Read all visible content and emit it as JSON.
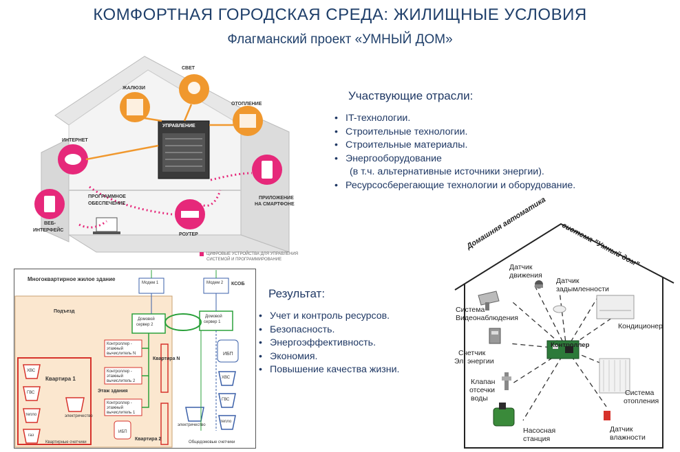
{
  "header": {
    "title": "КОМФОРТНАЯ ГОРОДСКАЯ СРЕДА: ЖИЛИЩНЫЕ УСЛОВИЯ",
    "subtitle": "Флагманский проект «УМНЫЙ ДОМ»"
  },
  "industries": {
    "heading": "Участвующие отрасли:",
    "items": [
      "IT-технологии.",
      "Строительные технологии.",
      "Строительные материалы.",
      "Энергооборудование"
    ],
    "sub_note": "(в т.ч. альтернативные источники энергии).",
    "last_item": "Ресурсосберегающие технологии и оборудование."
  },
  "results": {
    "heading": "Результат:",
    "items": [
      "Учет и контроль ресурсов.",
      "Безопасность.",
      "Энергоэффективность.",
      "Экономия.",
      "Повышение качества жизни."
    ]
  },
  "house": {
    "labels": {
      "svet": "СВЕТ",
      "zhaluzi": "ЖАЛЮЗИ",
      "otoplenie": "ОТОПЛЕНИЕ",
      "upravlenie": "УПРАВЛЕНИЕ",
      "internet": "ИНТЕРНЕТ",
      "prog1": "ПРОГРАММНОЕ",
      "prog2": "ОБЕСПЕЧЕНИЕ",
      "web1": "ВЕБ-",
      "web2": "ИНТЕРФЕЙС",
      "app1": "ПРИЛОЖЕНИЕ",
      "app2": "НА СМАРТФОНЕ",
      "router": "РОУТЕР",
      "legend1": "ЦИФРОВЫЕ УСТРОЙСТВА ДЛЯ УПРАВЛЕНИЯ",
      "legend2": "СИСТЕМОЙ И ПРОГРАММИРОВАНИЕ"
    }
  },
  "building": {
    "title": "Многоквартирное жилое здание",
    "podezd": "Подъезд",
    "modem1": "Модем 1",
    "modem2": "Модем 2",
    "ksob": "КСОБ",
    "srv2a": "Домовой",
    "srv2b": "сервер 2",
    "srv1a": "Домовой",
    "srv1b": "сервер 1",
    "ctrl_a": "Контроллер -",
    "ctrl_b": "этажный",
    "ctrlN": "вычислитель N",
    "ctrl2": "вычислитель 2",
    "ctrl1": "вычислитель 1",
    "kvN": "Квартира N",
    "kv1": "Квартира 1",
    "kv2": "Квартира 2",
    "etazh": "Этаж здания",
    "ibp": "ИБП",
    "hvs": "ХВС",
    "gvs": "ГВС",
    "teplo": "тепло",
    "gaz": "газ",
    "electro": "электричество",
    "kv_meters": "Квартирные счетчики",
    "common_meters": "Общедомовые счетчики"
  },
  "smart": {
    "roof_left": "Домашняя автоматика",
    "roof_right": "система \"Умный дом\"",
    "controller": "Контроллер",
    "motion1": "Датчик",
    "motion2": "движения",
    "smoke1": "Датчик",
    "smoke2": "задымленности",
    "video1": "Система",
    "video2": "Видеонаблюдения",
    "ac": "Кондиционер",
    "meter1": "Счетчик",
    "meter2": "Эл. энергии",
    "valve1": "Клапан",
    "valve2": "отсечки",
    "valve3": "воды",
    "heat1": "Система",
    "heat2": "отопления",
    "pump1": "Насосная",
    "pump2": "станция",
    "hum1": "Датчик",
    "hum2": "влажности"
  },
  "colors": {
    "title": "#1f3f6a",
    "orange": "#f0982e",
    "pink": "#e6287a",
    "red": "#d6322b",
    "green": "#2aa03a",
    "blue": "#3a5fa8"
  }
}
